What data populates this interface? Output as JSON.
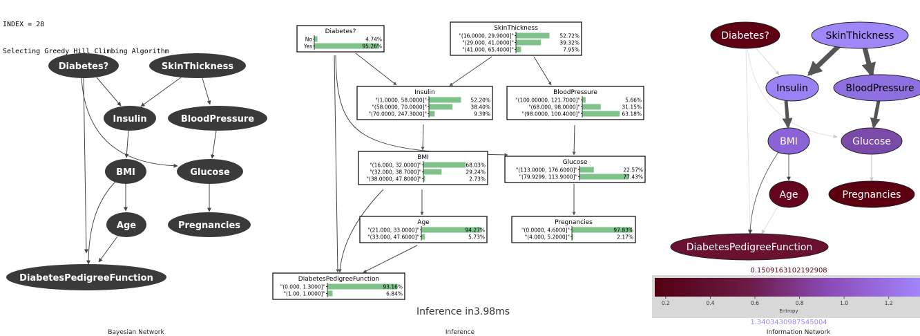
{
  "log": {
    "index_line": "INDEX = 28",
    "algorithm_line": "Selecting Greedy Hill Climbing Algorithm"
  },
  "captions": {
    "bayesian": "Bayesian Network",
    "inference": "Inference",
    "information": "Information Network"
  },
  "colors": {
    "bn_node": "#3a3a3a",
    "bar": "#7fc28a",
    "high_entropy": "#9f87f7",
    "low_entropy": "#5a0010"
  },
  "bayesian_network": {
    "nodes": {
      "diabetes": "Diabetes?",
      "skin": "SkinThickness",
      "insulin": "Insulin",
      "bp": "BloodPressure",
      "bmi": "BMI",
      "glucose": "Glucose",
      "age": "Age",
      "preg": "Pregnancies",
      "dpf": "DiabetesPedigreeFunction"
    }
  },
  "inference": {
    "timing_label": "Inference in",
    "timing_value": "3.98ms",
    "tables": {
      "diabetes": {
        "title": "Diabetes?",
        "rows": [
          {
            "label": "No",
            "value": 4.74,
            "pct": "4.74%"
          },
          {
            "label": "Yes",
            "value": 95.26,
            "pct": "95.26%"
          }
        ]
      },
      "skin": {
        "title": "SkinThickness",
        "rows": [
          {
            "label": "\"(16.0000, 29.9000]\"",
            "value": 52.72,
            "pct": "52.72%"
          },
          {
            "label": "\"(29.000, 41.0000]\"",
            "value": 39.32,
            "pct": "39.32%"
          },
          {
            "label": "\"(41.000, 65.4000]\"",
            "value": 7.95,
            "pct": "7.95%"
          }
        ]
      },
      "insulin": {
        "title": "Insulin",
        "rows": [
          {
            "label": "\"(1.0000, 58.0000]\"",
            "value": 52.2,
            "pct": "52.20%"
          },
          {
            "label": "\"(58.0000, 70.0000]\"",
            "value": 38.4,
            "pct": "38.40%"
          },
          {
            "label": "\"(70.0000, 247.3000]\"",
            "value": 9.39,
            "pct": "9.39%"
          }
        ]
      },
      "bp": {
        "title": "BloodPressure",
        "rows": [
          {
            "label": "\"(100.00000, 121.7000]\"",
            "value": 5.66,
            "pct": "5.66%"
          },
          {
            "label": "\"(68.000, 98.0000]\"",
            "value": 31.15,
            "pct": "31.15%"
          },
          {
            "label": "\"(98.0000, 100.4000]\"",
            "value": 63.18,
            "pct": "63.18%"
          }
        ]
      },
      "bmi": {
        "title": "BMI",
        "rows": [
          {
            "label": "\"(16.000, 32.0000]\"",
            "value": 68.03,
            "pct": "68.03%"
          },
          {
            "label": "\"(32.000, 38.7000]\"",
            "value": 29.24,
            "pct": "29.24%"
          },
          {
            "label": "\"(38.0000, 47.8000]\"",
            "value": 2.73,
            "pct": "2.73%"
          }
        ]
      },
      "glucose": {
        "title": "Glucose",
        "rows": [
          {
            "label": "\"(113.0000, 176.6000]\"",
            "value": 22.57,
            "pct": "22.57%"
          },
          {
            "label": "\"(79.9299, 113.9000]\"",
            "value": 77.43,
            "pct": "77.43%"
          }
        ]
      },
      "age": {
        "title": "Age",
        "rows": [
          {
            "label": "\"(21.000, 33.0000]\"",
            "value": 94.27,
            "pct": "94.27%"
          },
          {
            "label": "\"(33.000, 47.6000]\"",
            "value": 5.73,
            "pct": "5.73%"
          }
        ]
      },
      "preg": {
        "title": "Pregnancies",
        "rows": [
          {
            "label": "\"(0.0000, 4.6000]\"",
            "value": 97.83,
            "pct": "97.83%"
          },
          {
            "label": "\"(4.000, 5.2000]\"",
            "value": 2.17,
            "pct": "2.17%"
          }
        ]
      },
      "dpf": {
        "title": "DiabetesPedigreeFunction",
        "rows": [
          {
            "label": "\"(0.000, 1.3000]\"",
            "value": 93.16,
            "pct": "93.16%"
          },
          {
            "label": "\"(1.00, 1.0000]\"",
            "value": 6.84,
            "pct": "6.84%"
          }
        ]
      }
    }
  },
  "information_network": {
    "nodes": {
      "diabetes": "Diabetes?",
      "skin": "SkinThickness",
      "insulin": "Insulin",
      "bp": "BloodPressure",
      "bmi": "BMI",
      "glucose": "Glucose",
      "age": "Age",
      "preg": "Pregnancies",
      "dpf": "DiabetesPedigreeFunction"
    },
    "colorbar": {
      "min_label": "0.1509163102192908",
      "max_label": "1.3403430987545004",
      "axis_label": "Entropy",
      "ticks": [
        "0.2",
        "0.4",
        "0.6",
        "0.8",
        "1.0",
        "1.2"
      ]
    }
  }
}
